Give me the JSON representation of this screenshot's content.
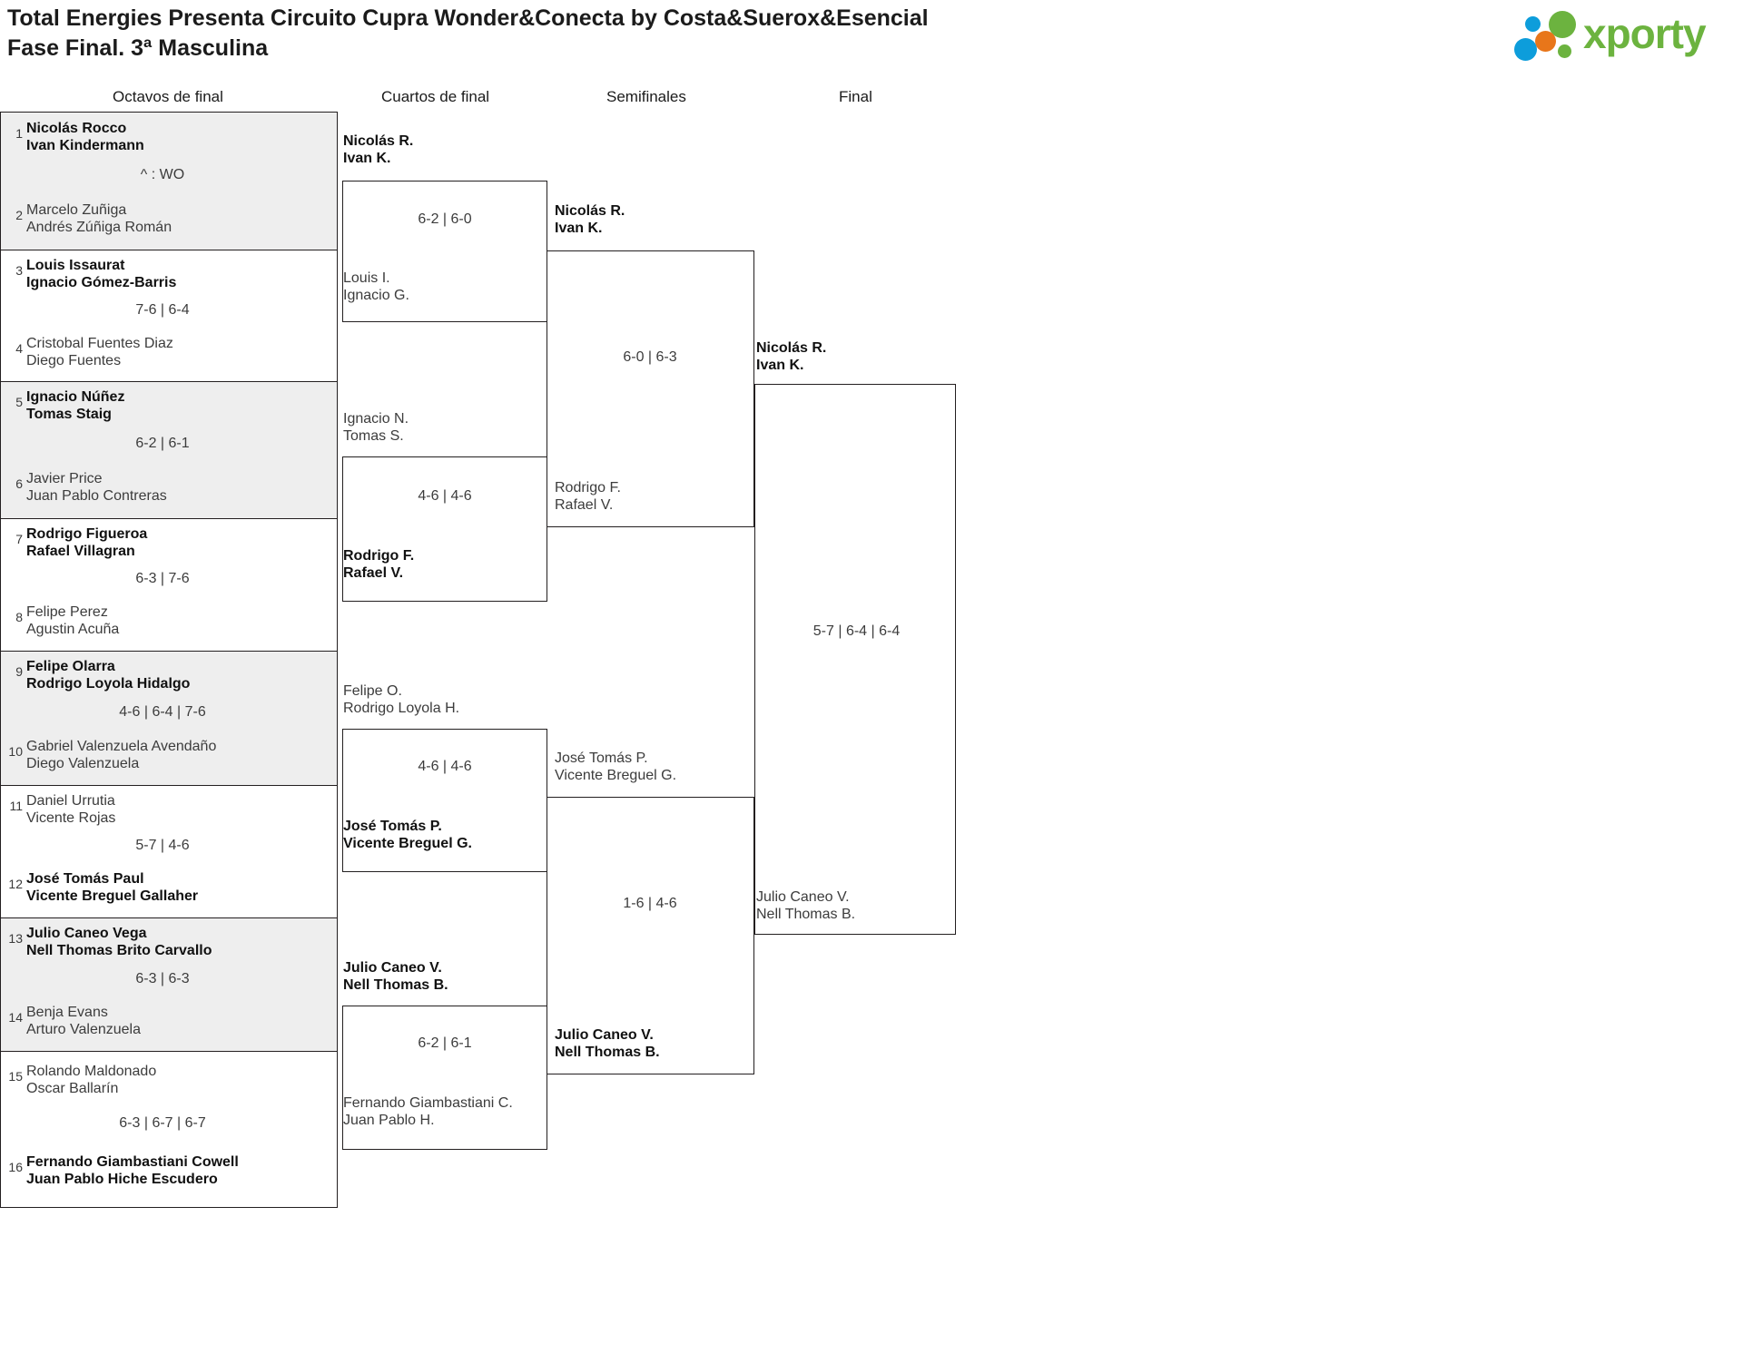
{
  "header": {
    "title_line1": "Total Energies Presenta Circuito Cupra Wonder&Conecta by Costa&Suerox&Esencial",
    "title_line2": "Fase Final. 3ª Masculina",
    "logo_text": "xporty",
    "logo_colors": {
      "green": "#6cb33f",
      "blue": "#0d9ddb",
      "orange": "#e8761a"
    }
  },
  "rounds": [
    {
      "label": "Octavos de final"
    },
    {
      "label": "Cuartos de final"
    },
    {
      "label": "Semifinales"
    },
    {
      "label": "Final"
    }
  ],
  "round_of_16": [
    {
      "shaded": true,
      "score": "^ : WO",
      "top": {
        "seed": "1",
        "p1": "Nicolás Rocco",
        "p2": "Ivan Kindermann",
        "winner": true
      },
      "bottom": {
        "seed": "2",
        "p1": "Marcelo Zuñiga",
        "p2": "Andrés Zúñiga Román",
        "winner": false
      }
    },
    {
      "shaded": false,
      "score": "7-6 | 6-4",
      "top": {
        "seed": "3",
        "p1": "Louis Issaurat",
        "p2": "Ignacio Gómez-Barris",
        "winner": true
      },
      "bottom": {
        "seed": "4",
        "p1": "Cristobal Fuentes Diaz",
        "p2": "Diego Fuentes",
        "winner": false
      }
    },
    {
      "shaded": true,
      "score": "6-2 | 6-1",
      "top": {
        "seed": "5",
        "p1": "Ignacio Núñez",
        "p2": "Tomas Staig",
        "winner": true
      },
      "bottom": {
        "seed": "6",
        "p1": "Javier Price",
        "p2": "Juan Pablo Contreras",
        "winner": false
      }
    },
    {
      "shaded": false,
      "score": "6-3 | 7-6",
      "top": {
        "seed": "7",
        "p1": "Rodrigo Figueroa",
        "p2": "Rafael Villagran",
        "winner": true
      },
      "bottom": {
        "seed": "8",
        "p1": "Felipe Perez",
        "p2": "Agustin Acuña",
        "winner": false
      }
    },
    {
      "shaded": true,
      "score": "4-6 | 6-4 | 7-6",
      "top": {
        "seed": "9",
        "p1": "Felipe Olarra",
        "p2": "Rodrigo Loyola Hidalgo",
        "winner": true
      },
      "bottom": {
        "seed": "10",
        "p1": "Gabriel Valenzuela Avendaño",
        "p2": "Diego Valenzuela",
        "winner": false
      }
    },
    {
      "shaded": false,
      "score": "5-7 | 4-6",
      "top": {
        "seed": "11",
        "p1": "Daniel Urrutia",
        "p2": "Vicente Rojas",
        "winner": false
      },
      "bottom": {
        "seed": "12",
        "p1": "José Tomás Paul",
        "p2": "Vicente Breguel Gallaher",
        "winner": true
      }
    },
    {
      "shaded": true,
      "score": "6-3 | 6-3",
      "top": {
        "seed": "13",
        "p1": "Julio Caneo Vega",
        "p2": "Nell Thomas Brito Carvallo",
        "winner": true
      },
      "bottom": {
        "seed": "14",
        "p1": "Benja Evans",
        "p2": "Arturo Valenzuela",
        "winner": false
      }
    },
    {
      "shaded": false,
      "score": "6-3 | 6-7 | 6-7",
      "top": {
        "seed": "15",
        "p1": "Rolando Maldonado",
        "p2": "Oscar Ballarín",
        "winner": false
      },
      "bottom": {
        "seed": "16",
        "p1": "Fernando Giambastiani Cowell",
        "p2": "Juan Pablo Hiche Escudero",
        "winner": true
      }
    }
  ],
  "quarter_finals": [
    {
      "score": "6-2 | 6-0",
      "top": {
        "p1": "Nicolás R.",
        "p2": "Ivan K.",
        "winner": true
      },
      "bottom": {
        "p1": "Louis I.",
        "p2": "Ignacio G.",
        "winner": false
      }
    },
    {
      "score": "4-6 | 4-6",
      "top": {
        "p1": "Ignacio N.",
        "p2": "Tomas S.",
        "winner": false
      },
      "bottom": {
        "p1": "Rodrigo F.",
        "p2": "Rafael V.",
        "winner": true
      }
    },
    {
      "score": "4-6 | 4-6",
      "top": {
        "p1": "Felipe O.",
        "p2": "Rodrigo Loyola H.",
        "winner": false
      },
      "bottom": {
        "p1": "José Tomás P.",
        "p2": "Vicente Breguel G.",
        "winner": true
      }
    },
    {
      "score": "6-2 | 6-1",
      "top": {
        "p1": "Julio Caneo V.",
        "p2": "Nell Thomas B.",
        "winner": true
      },
      "bottom": {
        "p1": "Fernando Giambastiani C.",
        "p2": "Juan Pablo H.",
        "winner": false
      }
    }
  ],
  "semi_finals": [
    {
      "score": "6-0 | 6-3",
      "top": {
        "p1": "Nicolás R.",
        "p2": "Ivan K.",
        "winner": true
      },
      "bottom": {
        "p1": "Rodrigo F.",
        "p2": "Rafael V.",
        "winner": false
      }
    },
    {
      "score": "1-6 | 4-6",
      "top": {
        "p1": "José Tomás P.",
        "p2": "Vicente Breguel G.",
        "winner": false
      },
      "bottom": {
        "p1": "Julio Caneo V.",
        "p2": "Nell Thomas B.",
        "winner": true
      }
    }
  ],
  "final": {
    "score": "5-7 | 6-4 | 6-4",
    "top": {
      "p1": "Nicolás R.",
      "p2": "Ivan K.",
      "winner": true
    },
    "bottom": {
      "p1": "Julio Caneo V.",
      "p2": "Nell Thomas B.",
      "winner": false
    }
  }
}
